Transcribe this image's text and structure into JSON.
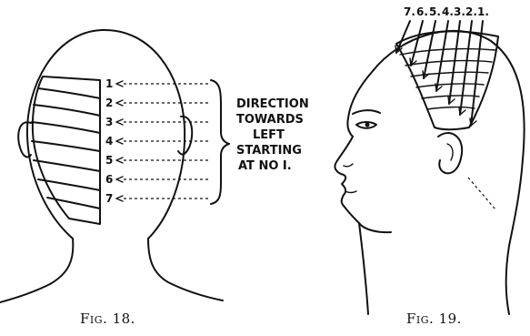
{
  "fig18": {
    "numbers": [
      "1",
      "2",
      "3",
      "4",
      "5",
      "6",
      "7"
    ],
    "direction_lines": [
      "DIRECTION",
      "TOWARDS",
      "LEFT",
      "STARTING",
      "AT NO I."
    ],
    "caption": "Fig. 18."
  },
  "fig19": {
    "numbers": [
      "7.",
      "6.",
      "5.",
      "4.",
      "3.",
      "2.",
      "1."
    ],
    "caption": "Fig. 19."
  }
}
